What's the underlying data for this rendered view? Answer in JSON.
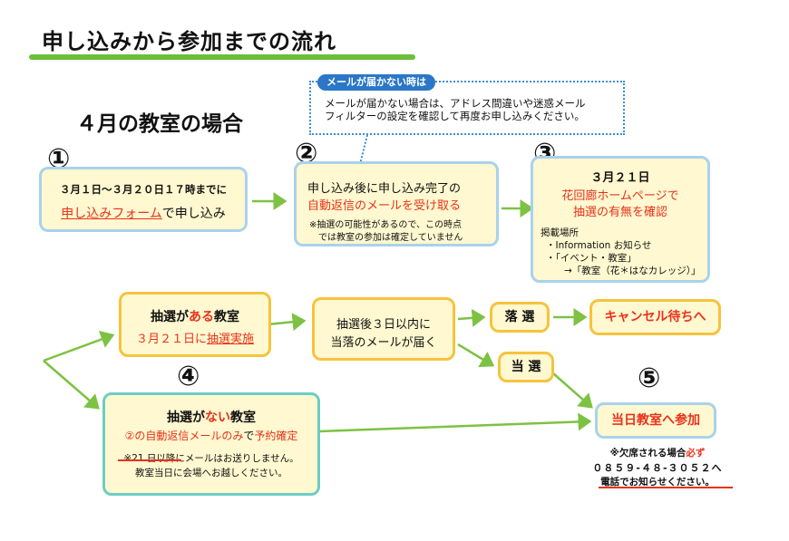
{
  "title": "申し込みから参加までの流れ",
  "subtitle": "４月の教室の場合",
  "note": {
    "tag": "メールが届かない時は",
    "line1": "メールが届かない場合は、アドレス間違いや迷惑メール",
    "line2": "フィルターの設定を確認して再度お申し込みください。"
  },
  "step1": {
    "num": "①",
    "period": "３月１日～３月２０日１７時までに",
    "form_link": "申し込みフォーム",
    "form_suffix": "で申し込み"
  },
  "step2": {
    "num": "②",
    "line1": "申し込み後に申し込み完了の",
    "line2": "自動返信のメールを受け取る",
    "caution1": "※抽選の可能性があるので、この時点",
    "caution2": "では教室の参加は確定していません"
  },
  "step3": {
    "num": "③",
    "date": "３月２１日",
    "line1": "花回廊ホームページで",
    "line2": "抽選の有無を確認",
    "place_label": "掲載場所",
    "place1": "・Information お知らせ",
    "place2": "・「イベント・教室」",
    "place3": "→「教室（花＊はなカレッジ）」"
  },
  "lottery_yes": {
    "prefix": "抽選が",
    "highlight": "ある",
    "suffix": "教室",
    "line2_prefix": "３月２１日に",
    "line2_link": "抽選実施"
  },
  "result_mail": {
    "line1": "抽選後３日以内に",
    "line2": "当落のメールが届く"
  },
  "lose": "落 選",
  "waitlist": "キャンセル待ちへ",
  "win": "当 選",
  "step4": {
    "num": "④",
    "prefix": "抽選が",
    "highlight": "ない",
    "suffix": "教室",
    "line2_red": "②の自動返信メールのみ",
    "line2_mid": "で",
    "line2_end": "予約確定",
    "caution1": "※21 日以降にメールはお送りしません。",
    "caution2": "教室当日に会場へお越しください。"
  },
  "step5": {
    "num": "⑤",
    "label": "当日教室へ参加",
    "absent1_prefix": "※欠席される場合",
    "absent1_red": "必ず",
    "phone": "０８５９-４８-３０５２へ",
    "absent2": "電話でお知らせください。"
  },
  "colors": {
    "accent_red": "#e8321b",
    "box_fill": "#fff8d0",
    "blue_border": "#a9d2ec",
    "orange_border": "#f6c33d",
    "teal_border": "#6ccdc4",
    "arrow_green": "#7dc243",
    "title_underline": "#6cbf3a",
    "note_blue": "#2b77c7"
  }
}
